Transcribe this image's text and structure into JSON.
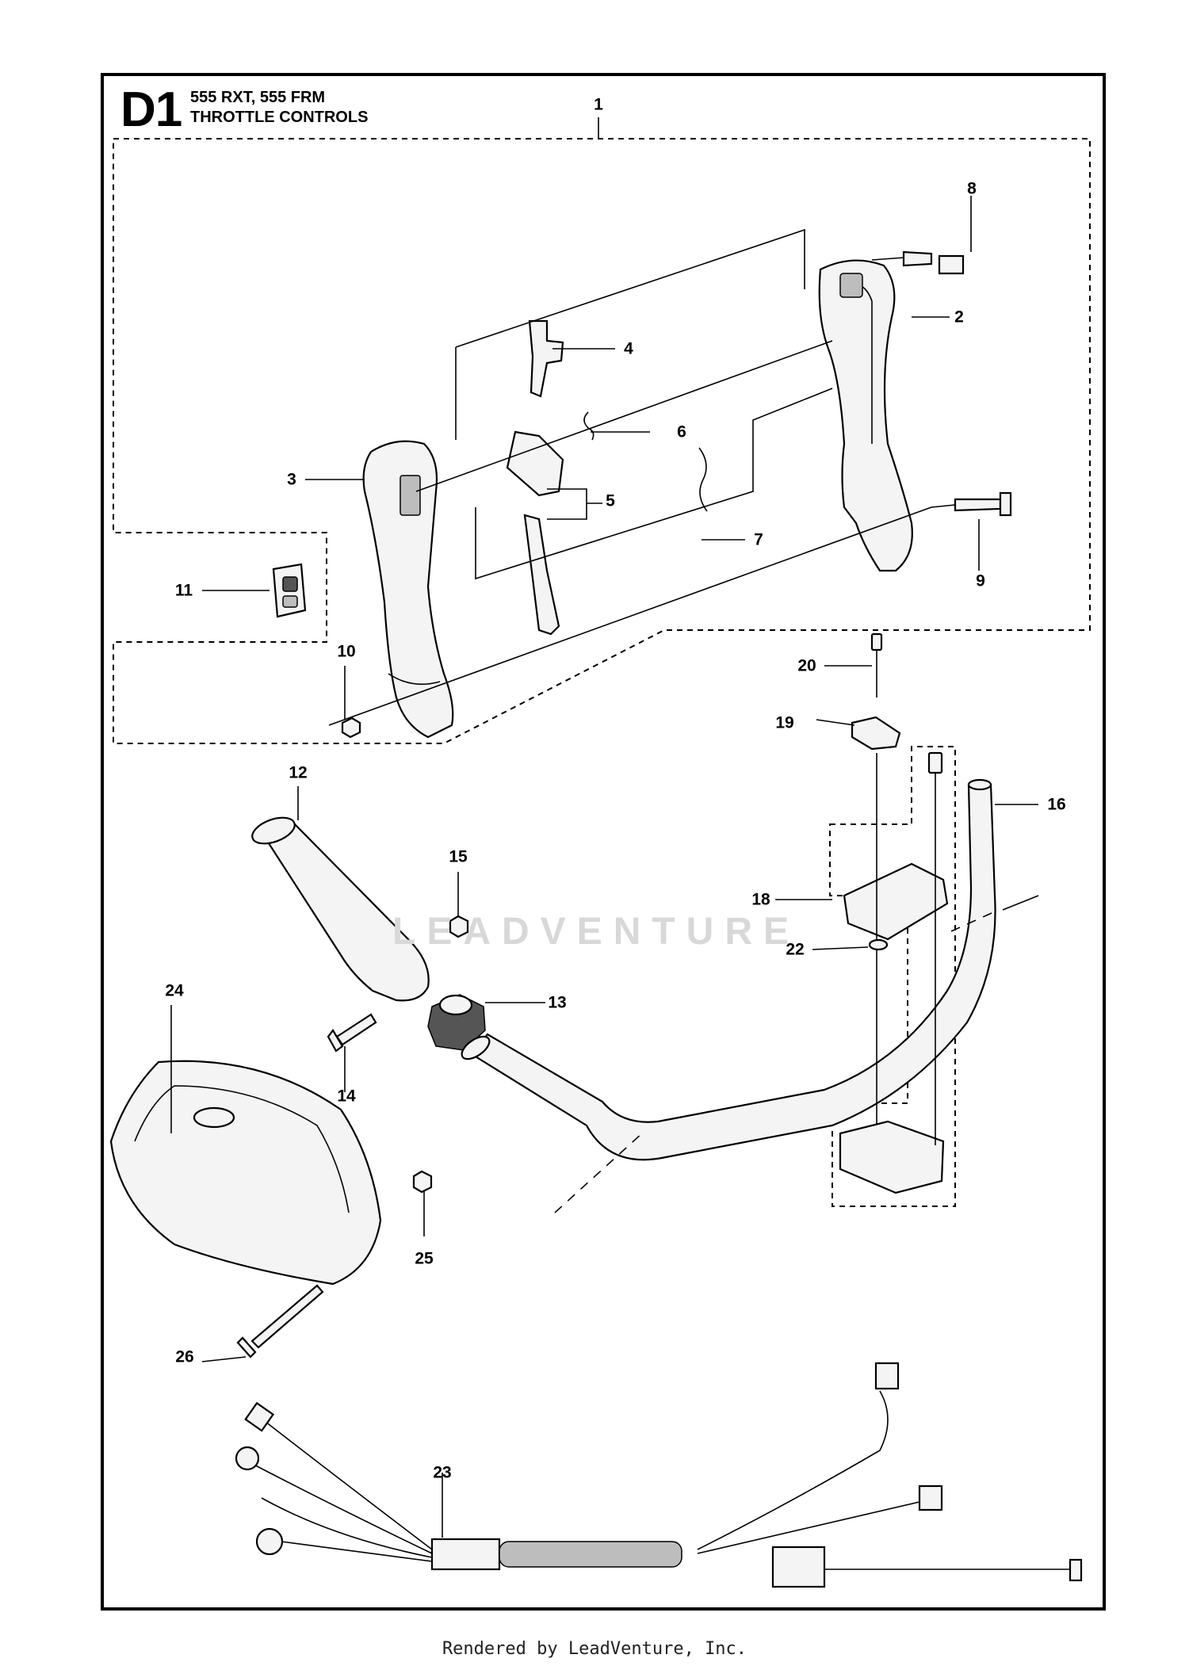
{
  "header": {
    "section_code": "D1",
    "models": "555 RXT, 555 FRM",
    "title": "THROTTLE CONTROLS"
  },
  "callouts": [
    {
      "id": "1",
      "label": "1"
    },
    {
      "id": "2",
      "label": "2"
    },
    {
      "id": "3",
      "label": "3"
    },
    {
      "id": "4",
      "label": "4"
    },
    {
      "id": "5",
      "label": "5"
    },
    {
      "id": "6",
      "label": "6"
    },
    {
      "id": "7",
      "label": "7"
    },
    {
      "id": "8",
      "label": "8"
    },
    {
      "id": "9",
      "label": "9"
    },
    {
      "id": "10",
      "label": "10"
    },
    {
      "id": "11",
      "label": "11"
    },
    {
      "id": "12",
      "label": "12"
    },
    {
      "id": "13",
      "label": "13"
    },
    {
      "id": "14",
      "label": "14"
    },
    {
      "id": "15",
      "label": "15"
    },
    {
      "id": "16",
      "label": "16"
    },
    {
      "id": "18",
      "label": "18"
    },
    {
      "id": "19",
      "label": "19"
    },
    {
      "id": "20",
      "label": "20"
    },
    {
      "id": "22",
      "label": "22"
    },
    {
      "id": "23",
      "label": "23"
    },
    {
      "id": "24",
      "label": "24"
    },
    {
      "id": "25",
      "label": "25"
    },
    {
      "id": "26",
      "label": "26"
    }
  ],
  "watermark": "LEADVENTURE",
  "footer": "Rendered by LeadVenture, Inc."
}
